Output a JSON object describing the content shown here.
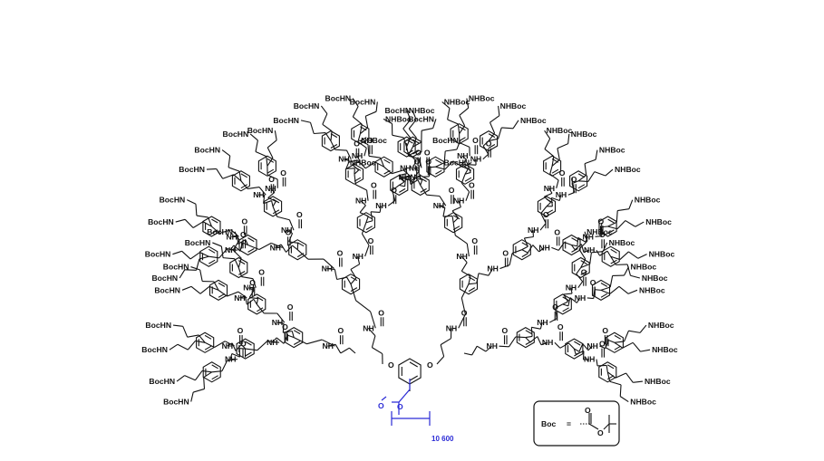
{
  "diagram": {
    "nhboc_label": "NHBoc",
    "bochn_label": "BocHN",
    "amide_nh_label": "NH",
    "hn_label": "HN",
    "h_label": "H",
    "n_label": "N",
    "oxygen_label": "O",
    "polymer": {
      "carbonyl_o": "O",
      "ester_o": "O",
      "repeat_subscript": "10 600",
      "color": "#2b2bd6"
    },
    "legend": {
      "label": "Boc",
      "equals": "=",
      "carbonyl_o": "O",
      "ester_o": "O"
    }
  }
}
